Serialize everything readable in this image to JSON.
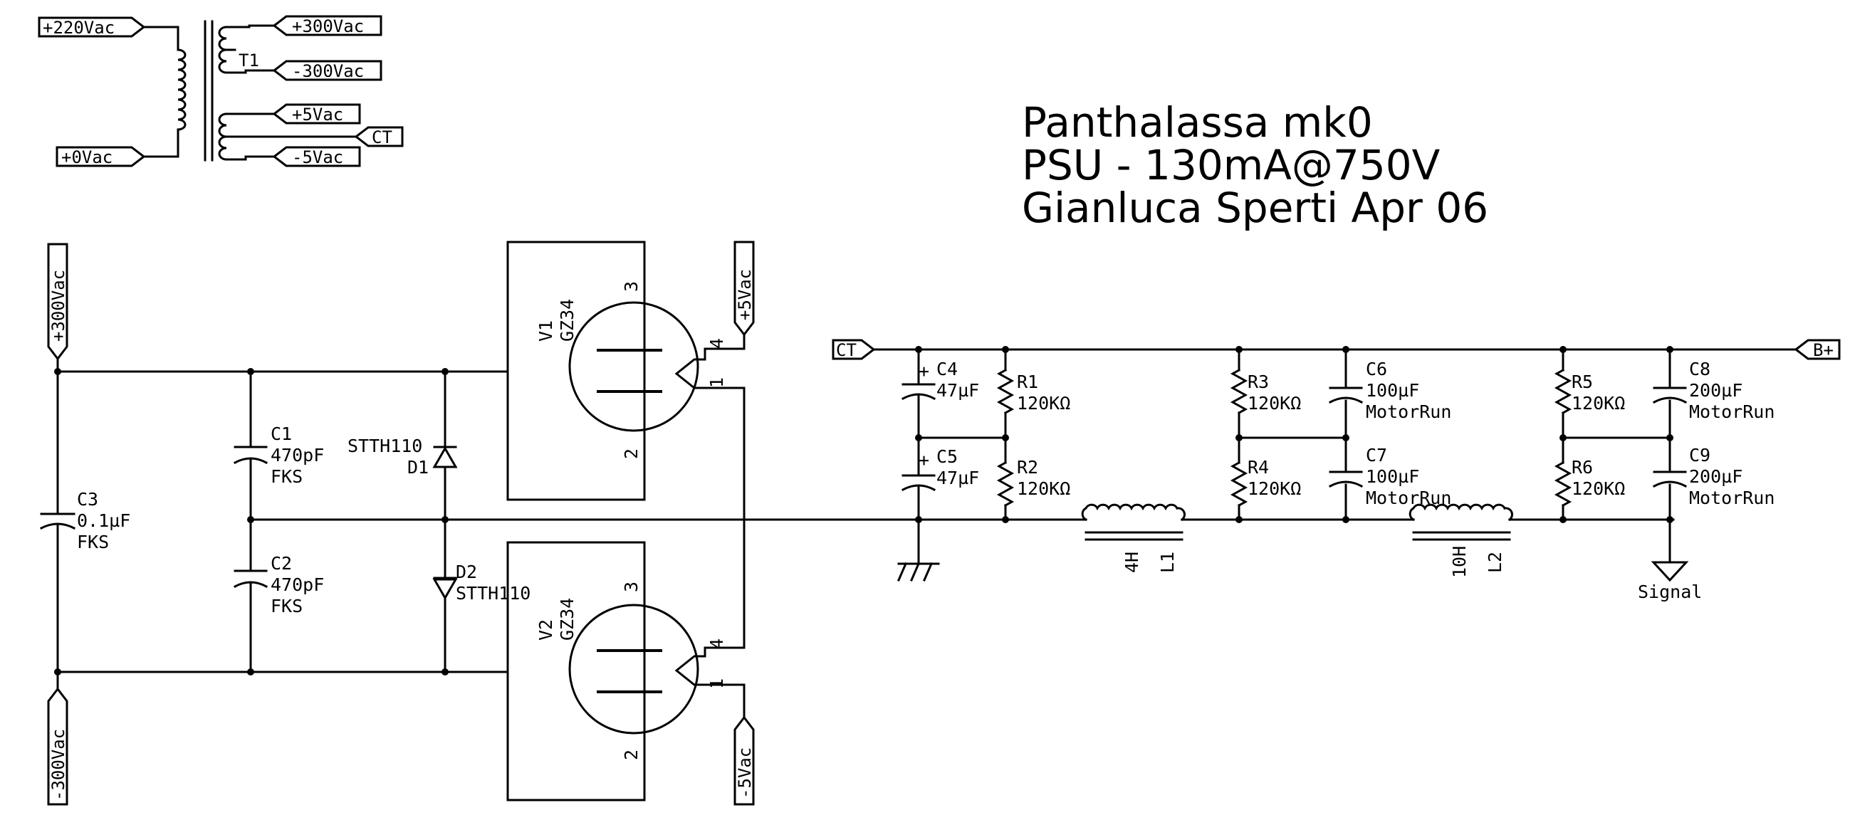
{
  "title": {
    "line1": "Panthalassa mk0",
    "line2": "PSU - 130mA@750V",
    "line3": "Gianluca Sperti Apr 06"
  },
  "transformer": {
    "ref": "T1",
    "ports": [
      "+220Vac",
      "+0Vac",
      "+300Vac",
      "-300Vac",
      "+5Vac",
      "CT",
      "-5Vac"
    ]
  },
  "rails": {
    "plus300": "+300Vac",
    "minus300": "-300Vac",
    "plus5": "+5Vac",
    "minus5": "-5Vac",
    "ct": "CT",
    "bplus": "B+",
    "signal": "Signal"
  },
  "tubes": [
    {
      "ref": "V1",
      "type": "GZ34",
      "pins": [
        "3",
        "2",
        "4",
        "1"
      ]
    },
    {
      "ref": "V2",
      "type": "GZ34",
      "pins": [
        "3",
        "2",
        "4",
        "1"
      ]
    }
  ],
  "diodes": [
    {
      "ref": "D1",
      "part": "STTH110"
    },
    {
      "ref": "D2",
      "part": "STTH110"
    }
  ],
  "capacitors": [
    {
      "ref": "C1",
      "value": "470pF",
      "note": "FKS"
    },
    {
      "ref": "C2",
      "value": "470pF",
      "note": "FKS"
    },
    {
      "ref": "C3",
      "value": "0.1µF",
      "note": "FKS"
    },
    {
      "ref": "C4",
      "value": "47µF",
      "polarity": "+"
    },
    {
      "ref": "C5",
      "value": "47µF",
      "polarity": "+"
    },
    {
      "ref": "C6",
      "value": "100µF",
      "note": "MotorRun"
    },
    {
      "ref": "C7",
      "value": "100µF",
      "note": "MotorRun"
    },
    {
      "ref": "C8",
      "value": "200µF",
      "note": "MotorRun"
    },
    {
      "ref": "C9",
      "value": "200µF",
      "note": "MotorRun"
    }
  ],
  "resistors": [
    {
      "ref": "R1",
      "value": "120KΩ"
    },
    {
      "ref": "R2",
      "value": "120KΩ"
    },
    {
      "ref": "R3",
      "value": "120KΩ"
    },
    {
      "ref": "R4",
      "value": "120KΩ"
    },
    {
      "ref": "R5",
      "value": "120KΩ"
    },
    {
      "ref": "R6",
      "value": "120KΩ"
    }
  ],
  "inductors": [
    {
      "ref": "L1",
      "value": "4H"
    },
    {
      "ref": "L2",
      "value": "10H"
    }
  ]
}
